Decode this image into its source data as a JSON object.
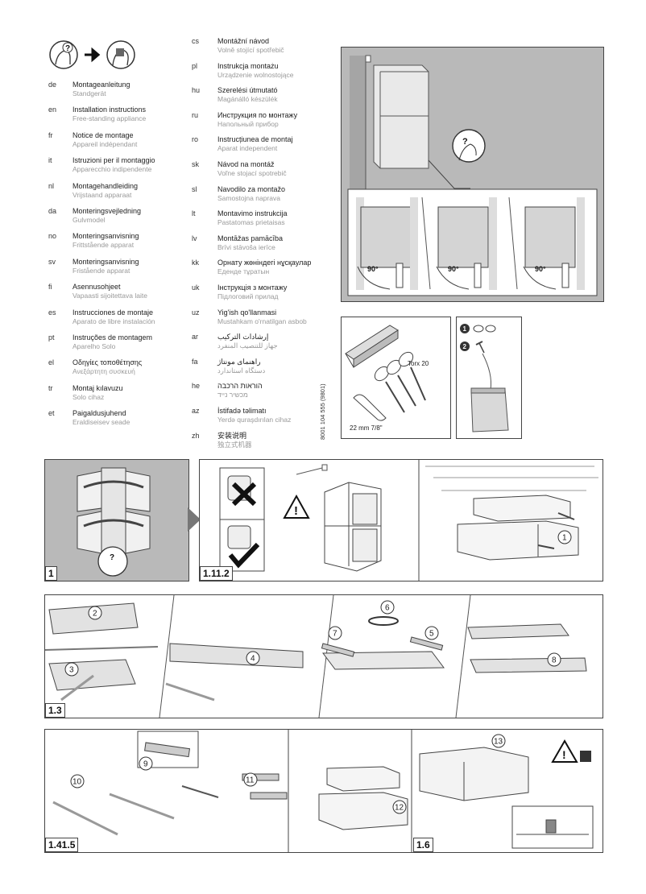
{
  "languages_left": [
    {
      "code": "de",
      "title": "Montageanleitung",
      "sub": "Standgerät"
    },
    {
      "code": "en",
      "title": "Installation instructions",
      "sub": "Free-standing appliance"
    },
    {
      "code": "fr",
      "title": "Notice de montage",
      "sub": "Appareil indépendant"
    },
    {
      "code": "it",
      "title": "Istruzioni per il montaggio",
      "sub": "Apparecchio indipendente"
    },
    {
      "code": "nl",
      "title": "Montagehandleiding",
      "sub": "Vrijstaand apparaat"
    },
    {
      "code": "da",
      "title": "Monteringsvejledning",
      "sub": "Gulvmodel"
    },
    {
      "code": "no",
      "title": "Monteringsanvisning",
      "sub": "Frittstående apparat"
    },
    {
      "code": "sv",
      "title": "Monteringsanvisning",
      "sub": "Fristående apparat"
    },
    {
      "code": "fi",
      "title": "Asennusohjeet",
      "sub": "Vapaasti sijoitettava laite"
    },
    {
      "code": "es",
      "title": "Instrucciones de montaje",
      "sub": "Aparato de libre instalación"
    },
    {
      "code": "pt",
      "title": "Instruções de montagem",
      "sub": "Aparelho Solo"
    },
    {
      "code": "el",
      "title": "Οδηγίες τοποθέτησης",
      "sub": "Ανεξάρτητη συσκευή"
    },
    {
      "code": "tr",
      "title": "Montaj kılavuzu",
      "sub": "Solo cihaz"
    },
    {
      "code": "et",
      "title": "Paigaldusjuhend",
      "sub": "Eraldiseisev seade"
    }
  ],
  "languages_right": [
    {
      "code": "cs",
      "title": "Montážní návod",
      "sub": "Volně stojící spotřebič"
    },
    {
      "code": "pl",
      "title": "Instrukcja montażu",
      "sub": "Urządzenie wolnostojące"
    },
    {
      "code": "hu",
      "title": "Szerelési útmutató",
      "sub": "Magánálló készülék"
    },
    {
      "code": "ru",
      "title": "Инструкция по монтажу",
      "sub": "Напольный прибор"
    },
    {
      "code": "ro",
      "title": "Instrucțiunea de montaj",
      "sub": "Aparat independent"
    },
    {
      "code": "sk",
      "title": "Návod na montáž",
      "sub": "Voľne stojací spotrebič"
    },
    {
      "code": "sl",
      "title": "Navodilo za montažo",
      "sub": "Samostojna naprava"
    },
    {
      "code": "lt",
      "title": "Montavimo instrukcija",
      "sub": "Pastatomas prietaisas"
    },
    {
      "code": "lv",
      "title": "Montāžas pamācība",
      "sub": "Brīvi stāvoša ierīce"
    },
    {
      "code": "kk",
      "title": "Орнату жөніндегі нұсқаулар",
      "sub": "Еденде тұратын"
    },
    {
      "code": "uk",
      "title": "Інструкція з монтажу",
      "sub": "Підлоговий прилад"
    },
    {
      "code": "uz",
      "title": "Yig'ish qo'llanmasi",
      "sub": "Mustahkam o'rnatilgan asbob"
    },
    {
      "code": "ar",
      "title": "إرشادات التركيب",
      "sub": "جهاز للتنصيب المنفرد"
    },
    {
      "code": "fa",
      "title": "راهنمای مونتاژ",
      "sub": "دستگاه استاندارد"
    },
    {
      "code": "he",
      "title": "הוראות הרכבה",
      "sub": "מכשיר נייד"
    },
    {
      "code": "az",
      "title": "İstifadə təlimatı",
      "sub": "Yerdə quraşdırılan cihaz"
    },
    {
      "code": "zh",
      "title": "安装说明",
      "sub": "独立式机器"
    }
  ],
  "doc_number": "8001 104 555 (9801)",
  "angle_label": "90°",
  "tools": {
    "torx": "Torx 20",
    "wrench": "22 mm  7/8\""
  },
  "parts": {
    "p1": "1",
    "p2": "2"
  },
  "figures": {
    "f1": "1",
    "f2": "1.11.2",
    "f3": "1.3",
    "f4": "1.41.5",
    "f5": "1.6"
  },
  "steps": [
    "1",
    "2",
    "3",
    "4",
    "5",
    "6",
    "7",
    "8",
    "9",
    "10",
    "11",
    "12",
    "13"
  ]
}
